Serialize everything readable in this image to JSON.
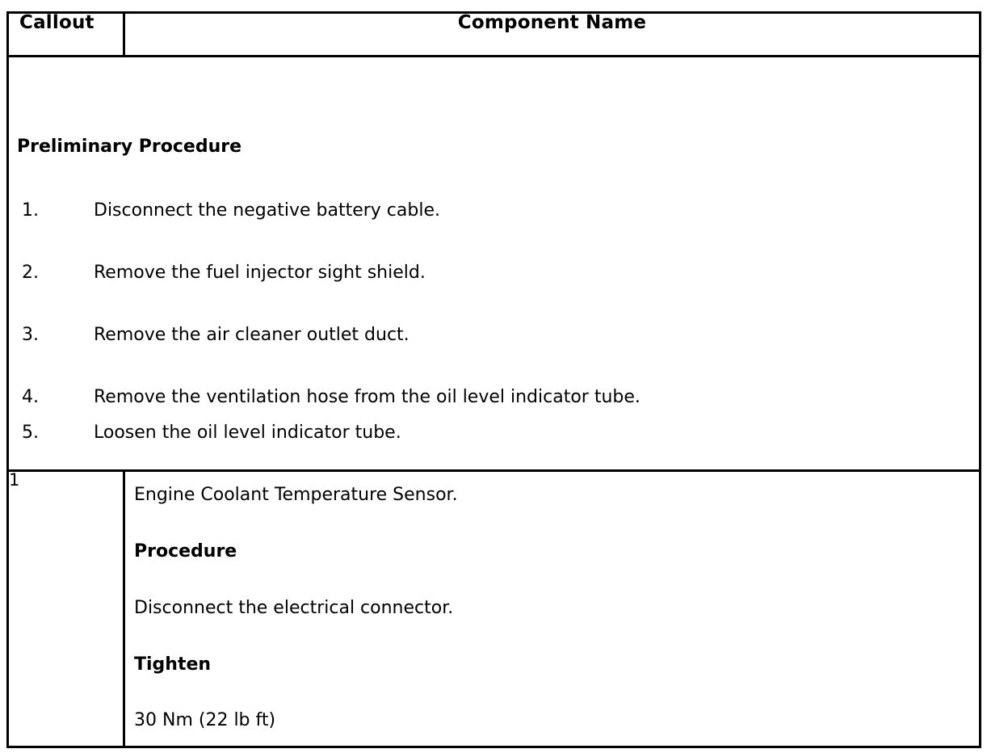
{
  "table": {
    "headers": {
      "callout": "Callout",
      "component_name": "Component Name"
    },
    "preliminary": {
      "title": "Preliminary Procedure",
      "steps": [
        {
          "num": "1.",
          "text": "Disconnect the negative battery cable."
        },
        {
          "num": "2.",
          "text": "Remove the fuel injector sight shield."
        },
        {
          "num": "3.",
          "text": "Remove the air cleaner outlet duct."
        },
        {
          "num": "4.",
          "text": "Remove the ventilation hose from the oil level indicator tube."
        },
        {
          "num": "5.",
          "text": "Loosen the oil level indicator tube."
        }
      ]
    },
    "rows": [
      {
        "callout": "1",
        "component_name": "Engine Coolant Temperature Sensor.",
        "procedure_heading": "Procedure",
        "procedure_text": "Disconnect the electrical connector.",
        "tighten_heading": "Tighten",
        "torque_spec": "30 Nm (22 lb ft)"
      }
    ]
  }
}
